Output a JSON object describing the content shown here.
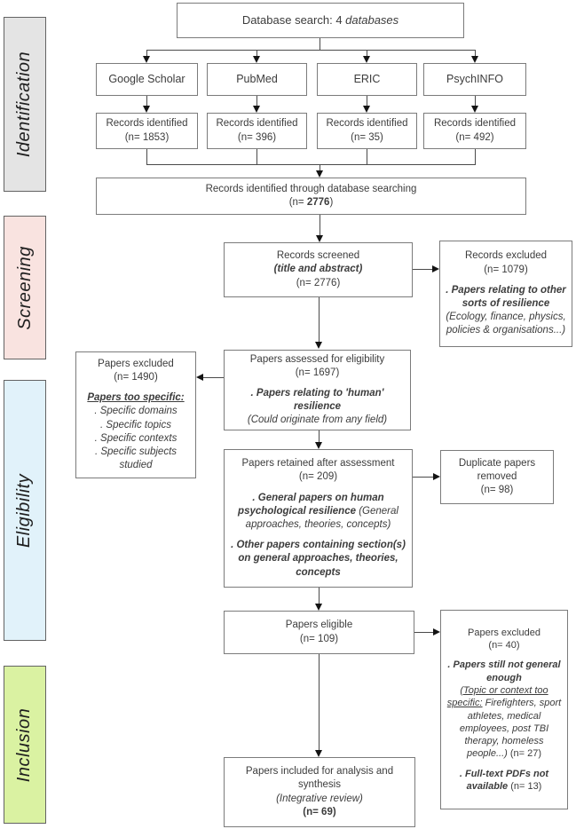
{
  "sidebar": {
    "items": [
      {
        "label": "Identification",
        "fill": "#e4e4e4"
      },
      {
        "label": "Screening",
        "fill": "#f9e3e0"
      },
      {
        "label": "Eligibility",
        "fill": "#e1f2fa"
      },
      {
        "label": "Inclusion",
        "fill": "#daf2a2"
      }
    ]
  },
  "flow": {
    "database_search": {
      "text": "Database search: 4 ",
      "italic": "databases"
    },
    "databases": [
      {
        "name": "Google Scholar",
        "records_line": "Records identified",
        "n": "(n= 1853)"
      },
      {
        "name": "PubMed",
        "records_line": "Records identified",
        "n": "(n= 396)"
      },
      {
        "name": "ERIC",
        "records_line": "Records identified",
        "n": "(n= 35)"
      },
      {
        "name": "PsychINFO",
        "records_line": "Records identified",
        "n": "(n= 492)"
      }
    ],
    "identified_total": {
      "line1": "Records identified through database searching",
      "n_prefix": "(n= ",
      "n_bold": "2776",
      "n_suffix": ")"
    },
    "screened": {
      "line1": "Records screened",
      "line2": "(title and abstract)",
      "line3": "(n= 2776)"
    },
    "records_excluded": {
      "line1": "Records excluded",
      "line2": "(n= 1079)",
      "reason_bold": ". Papers relating to other sorts of resilience ",
      "reason_italic": "(Ecology, finance, physics, policies & organisations...)"
    },
    "assessed": {
      "line1": "Papers assessed for eligibility",
      "line2": "(n= 1697)",
      "reason_bold": ". Papers relating to 'human' resilience",
      "reason_italic": "(Could originate from any field)"
    },
    "papers_excluded_specific": {
      "line1": "Papers excluded",
      "line2": "(n= 1490)",
      "heading": "Papers too specific:",
      "items": [
        ". Specific domains",
        ". Specific topics",
        ". Specific contexts",
        ". Specific subjects studied"
      ]
    },
    "retained": {
      "line1": "Papers retained after assessment",
      "line2": "(n= 209)",
      "reason1_bold": ". General papers on human psychological resilience ",
      "reason1_italic": "(General approaches, theories, concepts)",
      "reason2_bold": ". Other papers containing section(s) on general approaches, theories, concepts"
    },
    "duplicates_removed": {
      "line1": "Duplicate papers removed",
      "line2": "(n= 98)"
    },
    "eligible": {
      "line1": "Papers eligible",
      "line2": "(n= 109)"
    },
    "papers_excluded_general": {
      "line1": "Papers excluded",
      "line2": "(n= 40)",
      "reason1_bold": ". Papers still not general enough",
      "reason1_underline": "(Topic or context too specific:",
      "reason1_italic": " Firefighters, sport athletes, medical employees, post TBI therapy, homeless people...)",
      "reason1_n": " (n= 27)",
      "reason2_bold": ". Full-text PDFs not available ",
      "reason2_n": "(n= 13)"
    },
    "included": {
      "line1": "Papers included for analysis and synthesis",
      "line2": "(Integrative review)",
      "line3": "(n= 69)"
    }
  },
  "colors": {
    "box_border": "#7b7b7b",
    "band_border": "#636363",
    "connector": "#4a4a4a",
    "arrowhead": "#141414",
    "text": "#3c3c3c",
    "identification_fill": "#e4e4e4",
    "screening_fill": "#f9e3e0",
    "eligibility_fill": "#e1f2fa",
    "inclusion_fill": "#daf2a2"
  }
}
